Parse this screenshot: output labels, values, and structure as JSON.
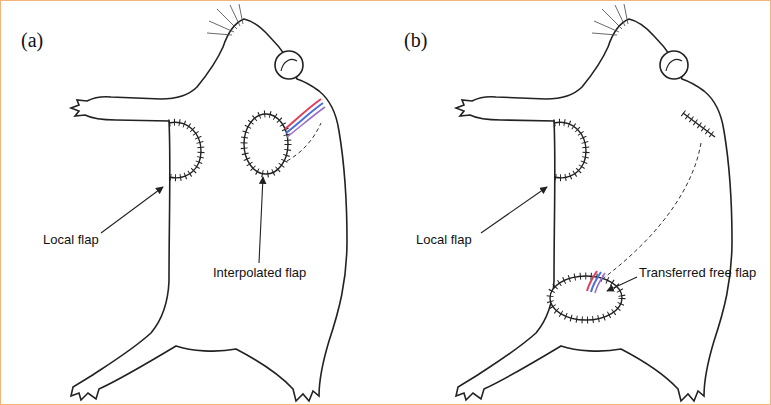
{
  "diagram": {
    "labels": [
      "(a)",
      "Local flap",
      "Interpolated flap",
      "(b)",
      "Local flap",
      "Transferred free flap"
    ]
  }
}
